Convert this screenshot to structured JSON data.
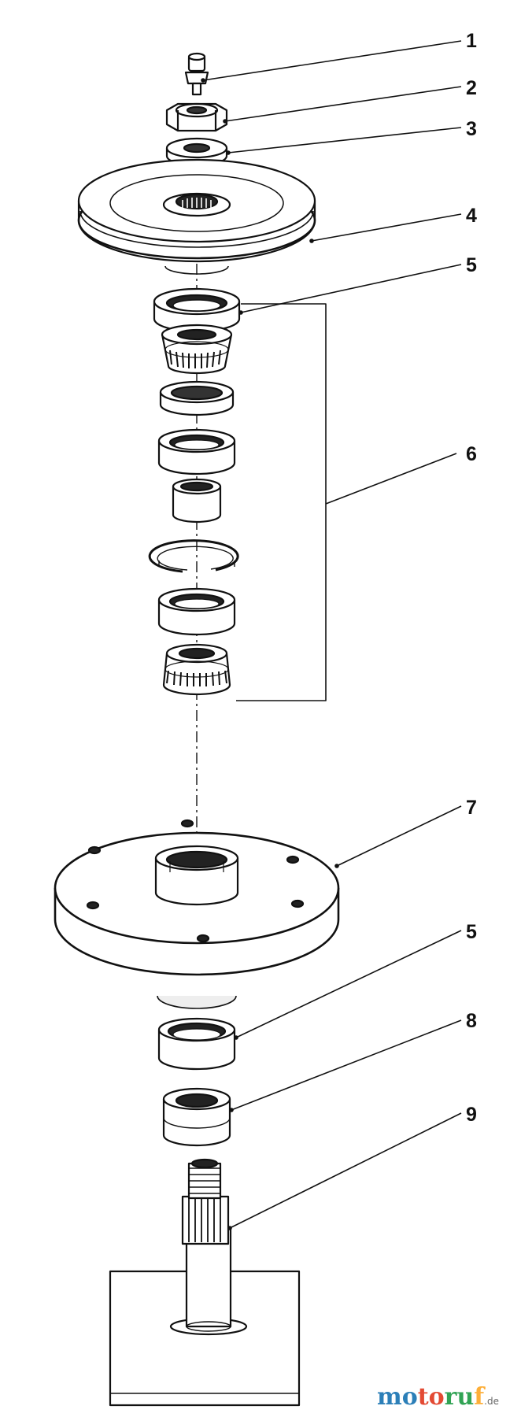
{
  "callouts": [
    {
      "id": "1",
      "label": "1"
    },
    {
      "id": "2",
      "label": "2"
    },
    {
      "id": "3",
      "label": "3"
    },
    {
      "id": "4",
      "label": "4"
    },
    {
      "id": "5a",
      "label": "5"
    },
    {
      "id": "6",
      "label": "6"
    },
    {
      "id": "7",
      "label": "7"
    },
    {
      "id": "5b",
      "label": "5"
    },
    {
      "id": "8",
      "label": "8"
    },
    {
      "id": "9",
      "label": "9"
    }
  ],
  "watermark": {
    "part1": "mo",
    "part2": "to",
    "part3": "ru",
    "part4": "f",
    "suffix": ".de"
  },
  "colors": {
    "ink": "#111111",
    "paper": "#ffffff",
    "wm_blue": "#2c7fb8",
    "wm_red": "#e34a33",
    "wm_green": "#31a354",
    "wm_orange": "#fdae38"
  }
}
